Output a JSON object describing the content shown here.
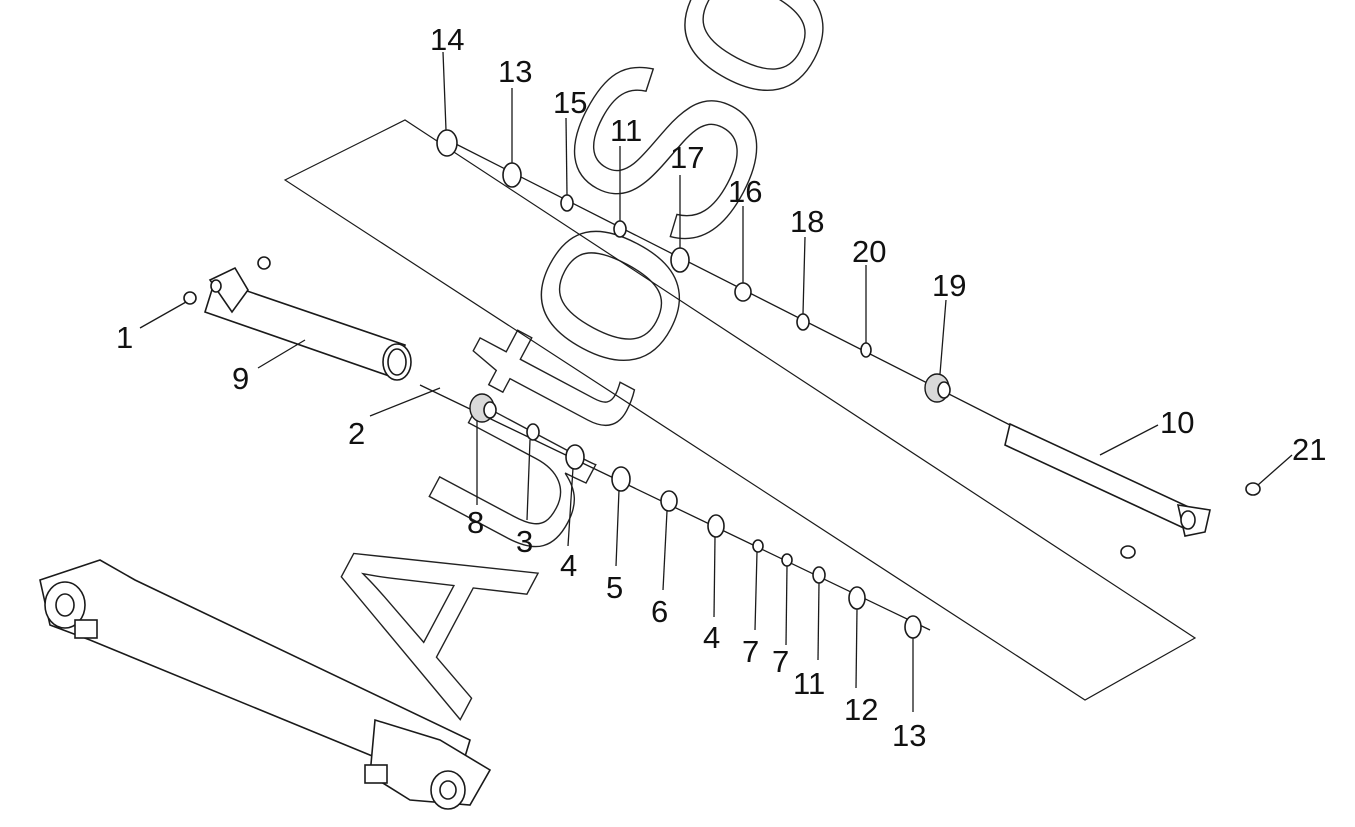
{
  "watermark": "AutoSoft",
  "callouts": [
    "1",
    "2",
    "3",
    "4",
    "4",
    "5",
    "6",
    "7",
    "7",
    "8",
    "9",
    "10",
    "11",
    "11",
    "12",
    "13",
    "13",
    "14",
    "15",
    "16",
    "17",
    "18",
    "19",
    "20",
    "21"
  ]
}
